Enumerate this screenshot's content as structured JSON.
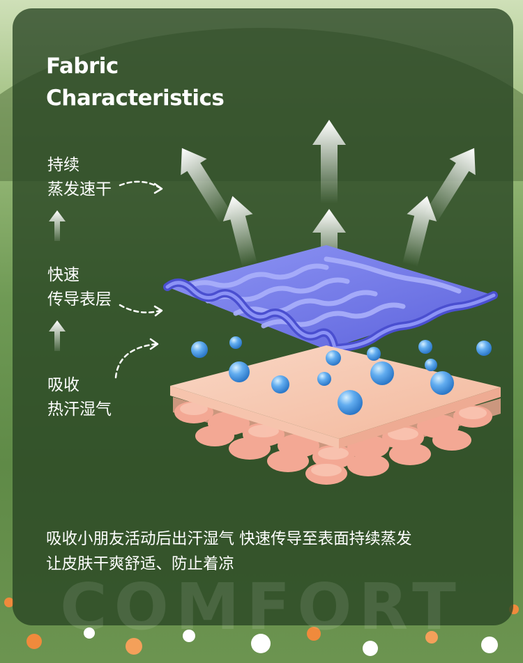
{
  "title": {
    "line1": "Fabric",
    "line2": "Characteristics"
  },
  "steps": [
    {
      "line1": "持续",
      "line2": "蒸发速干"
    },
    {
      "line1": "快速",
      "line2": "传导表层"
    },
    {
      "line1": "吸收",
      "line2": "热汗湿气"
    }
  ],
  "caption": {
    "line1": "吸收小朋友活动后出汗湿气 快速传导至表面持续蒸发",
    "line2": "让皮肤干爽舒适、防止着凉"
  },
  "watermark": "COMFORT",
  "colors": {
    "panel": "#284422",
    "fabric": "#6f78e8",
    "skin": "#f4c1aa",
    "droplet": "#3f8fd8"
  }
}
